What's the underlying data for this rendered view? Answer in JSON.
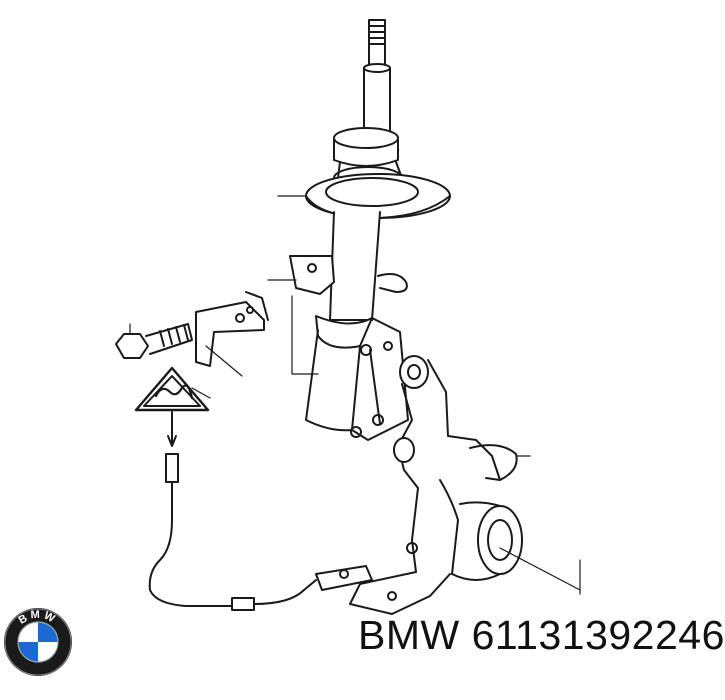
{
  "caption": {
    "brand": "BMW",
    "part_number": "61131392246"
  },
  "logo": {
    "icon": "bmw-roundel-icon",
    "lettering": "BMW",
    "colors": {
      "blue": "#1c69d4",
      "white": "#ffffff",
      "ring": "#1a1a1a"
    }
  },
  "diagram": {
    "icons": [
      "shock-absorber-strut",
      "steering-knuckle",
      "hex-bolt",
      "wheel-speed-sensor-cable",
      "warning-triangle-icon"
    ],
    "line_color": "#1a1a1a"
  }
}
